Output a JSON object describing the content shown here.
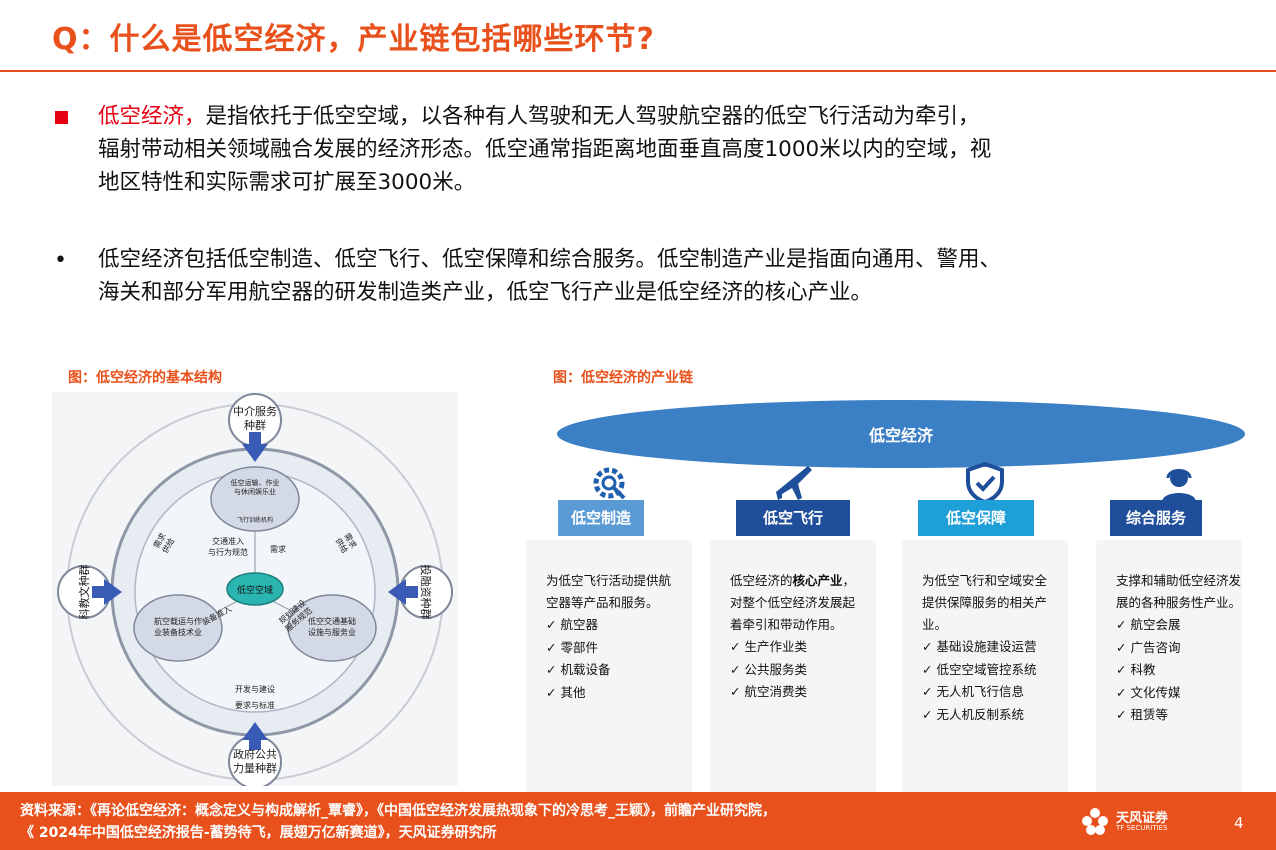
{
  "title": "Q：什么是低空经济，产业链包括哪些环节?",
  "para1": {
    "highlight": "低空经济，",
    "line1": "是指依托于低空空域，以各种有人驾驶和无人驾驶航空器的低空飞行活动为牵引，",
    "line2": "辐射带动相关领域融合发展的经济形态。低空通常指距离地面垂直高度1000米以内的空域，视",
    "line3": "地区特性和实际需求可扩展至3000米。"
  },
  "para2": {
    "bullet": "•",
    "line1": "低空经济包括低空制造、低空飞行、低空保障和综合服务。低空制造产业是指面向通用、警用、",
    "line2": "海关和部分军用航空器的研发制造类产业，低空飞行产业是低空经济的核心产业。"
  },
  "fig1": {
    "caption": "图：低空经济的基本结构",
    "top": "中介服务\n种群",
    "left": "科教文种群",
    "right": "投融资种群",
    "bottom": "政府公共\n力量种群",
    "center": "低空空域",
    "node_top": "低空运输、作业\n与休闲娱乐业",
    "node_top_sub": "飞行训练机构",
    "node_left": "航空载运与作\n业装备技术业",
    "node_right": "低空交通基础\n设施与服务业",
    "label_access": "交通准入\n与行为规范",
    "label_demand": "需求",
    "label_supply_l": "需求\n供给",
    "label_supply_r": "需求\n供给",
    "label_equip": "装备准入",
    "label_plan": "规划建设\n服务规范",
    "label_dev": "开发与建设",
    "label_std": "要求与标准"
  },
  "fig2": {
    "caption": "图：低空经济的产业链",
    "cloud": "低空经济",
    "columns": [
      {
        "icon": "gear-icon",
        "tab": "低空制造",
        "color": "#5B9BD5",
        "intro": "为低空飞行活动提供航空器等产品和服务。",
        "items": [
          "✓ 航空器",
          "✓ 零部件",
          "✓ 机载设备",
          "✓ 其他"
        ]
      },
      {
        "icon": "airplane-icon",
        "tab": "低空飞行",
        "color": "#1F4E9B",
        "intro_a": "低空经济的",
        "intro_b": "核心产业",
        "intro_c": "，对整个低空经济发展起着牵引和带动作用。",
        "items": [
          "✓ 生产作业类",
          "✓ 公共服务类",
          "✓ 航空消费类"
        ]
      },
      {
        "icon": "shield-icon",
        "tab": "低空保障",
        "color": "#1F9FD8",
        "intro": "为低空飞行和空域安全提供保障服务的相关产业。",
        "items": [
          "✓ 基础设施建设运营",
          "✓ 低空空域管控系统",
          "✓ 无人机飞行信息",
          "✓ 无人机反制系统"
        ]
      },
      {
        "icon": "headset-person-icon",
        "tab": "综合服务",
        "color": "#1F4E9B",
        "intro": "支撑和辅助低空经济发展的各种服务性产业。",
        "items": [
          "✓ 航空会展",
          "✓ 广告咨询",
          "✓ 科教",
          "✓ 文化传媒",
          "✓ 租赁等"
        ]
      }
    ]
  },
  "footer": {
    "line1": "资料来源：《再论低空经济：概念定义与构成解析_覃睿》，《中国低空经济发展热现象下的冷思考_王颖》，前瞻产业研究院，",
    "line2": "《 2024年中国低空经济报告-蓄势待飞，展翅万亿新赛道》，天风证券研究所",
    "logo_name": "天风证券",
    "logo_sub": "TF SECURITIES",
    "page": "4"
  },
  "colors": {
    "accent": "#E8501C",
    "highlight": "#E50012",
    "cloud": "#3B7FC4"
  }
}
